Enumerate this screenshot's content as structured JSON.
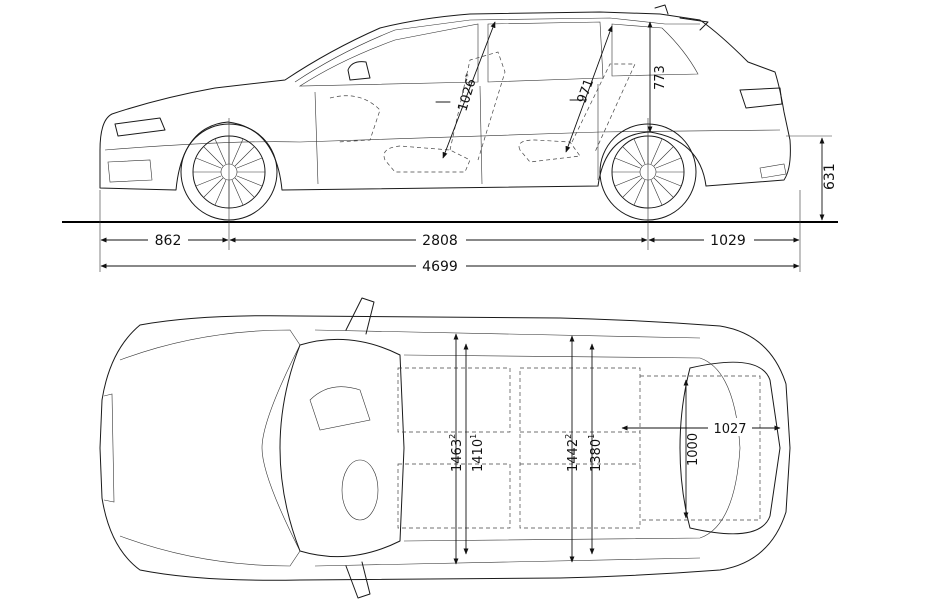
{
  "dimensions": {
    "front_overhang": "862",
    "wheelbase": "2808",
    "rear_overhang": "1029",
    "overall_length": "4699",
    "height": "631",
    "front_headroom": "1026",
    "front_headroom_note": "*",
    "rear_headroom": "971",
    "rear_height": "773",
    "front_shoulder_width": "1463",
    "front_shoulder_width_note": "2",
    "front_elbow_width": "1410",
    "front_elbow_width_note": "1",
    "rear_shoulder_width": "1442",
    "rear_shoulder_width_note": "2",
    "rear_elbow_width": "1380",
    "rear_elbow_width_note": "1",
    "cargo_width": "1000",
    "cargo_length": "1027"
  },
  "colors": {
    "line": "#1a1a1a",
    "background": "#ffffff"
  }
}
